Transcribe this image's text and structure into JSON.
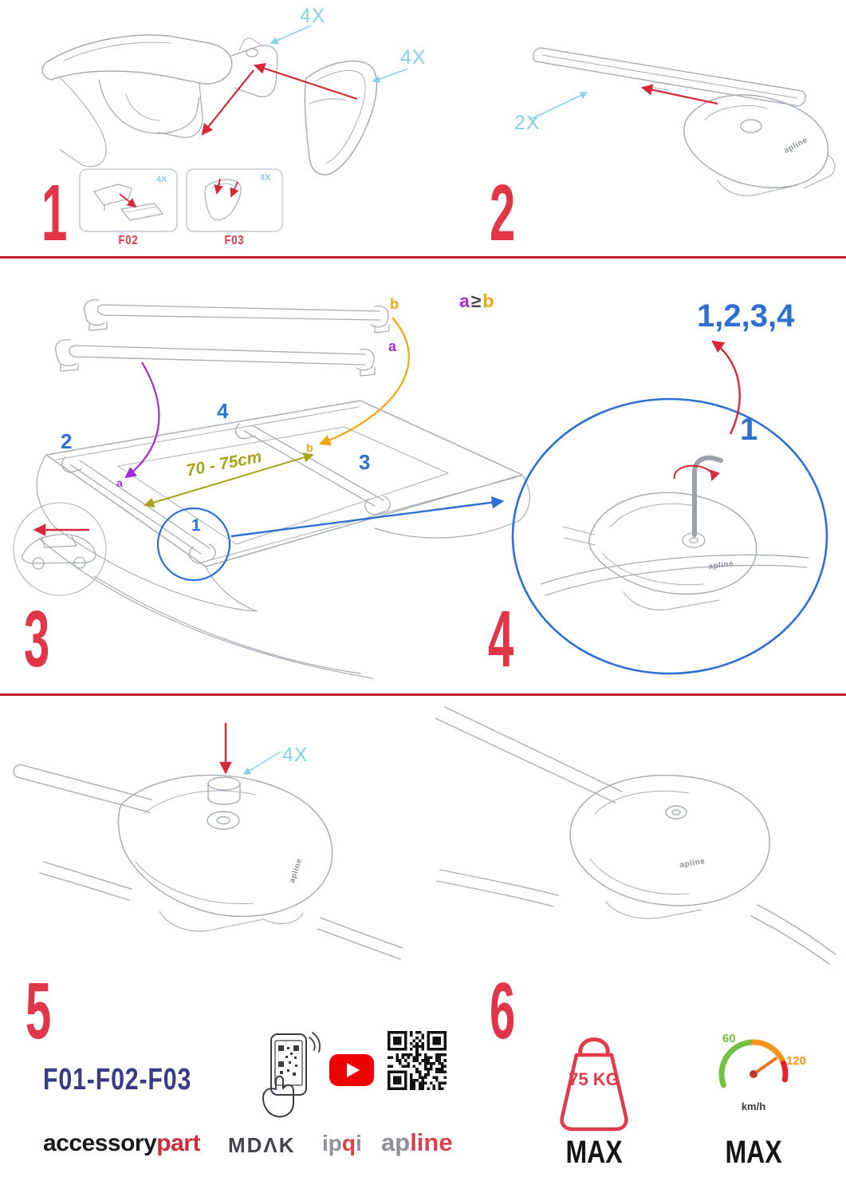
{
  "steps": {
    "one": {
      "num": "1",
      "qty_a": "4X",
      "qty_b": "4X",
      "box_a_qty": "4X",
      "box_b_qty": "4X",
      "part_a": "F02",
      "part_b": "F03"
    },
    "two": {
      "num": "2",
      "qty": "2X",
      "foot_logo": "apline"
    },
    "three": {
      "num": "3",
      "bar_a": "a",
      "bar_b": "b",
      "rule_a": "a",
      "rule_op": "≥",
      "rule_b": "b",
      "pos_1": "1",
      "pos_2": "2",
      "pos_3": "3",
      "pos_4": "4",
      "dimension": "70 - 75cm",
      "roof_a": "a",
      "roof_b": "b"
    },
    "four": {
      "num": "4",
      "sequence": "1,2,3,4",
      "start": "1",
      "foot_logo": "apline"
    },
    "five": {
      "num": "5",
      "qty": "4X",
      "foot_logo": "apline"
    },
    "six": {
      "num": "6",
      "foot_logo": "apline"
    }
  },
  "footer": {
    "codes": "F01-F02-F03",
    "brand_accessory": "accessory",
    "brand_part": "part",
    "brand_mdak": "MDΛK",
    "brand_ip": "ip",
    "brand_q": "q",
    "brand_i": "i",
    "brand_ap": "ap",
    "brand_line": "line",
    "weight_value": "75 KG",
    "weight_max": "MAX",
    "speed_low": "60",
    "speed_high": "120",
    "speed_unit": "km/h",
    "speed_max": "MAX"
  },
  "colors": {
    "step_red": "#e03648",
    "divider_red": "#c51f2e",
    "cyan": "#85d2e8",
    "blue": "#2e6fd2",
    "purple": "#a62bd8",
    "orange": "#f2a50c",
    "olive": "#a8a41a",
    "navy": "#3a3a85",
    "brand_red": "#d6434e",
    "gauge_green": "#76c043",
    "gauge_orange": "#f7941d",
    "gauge_red": "#e8212e"
  }
}
